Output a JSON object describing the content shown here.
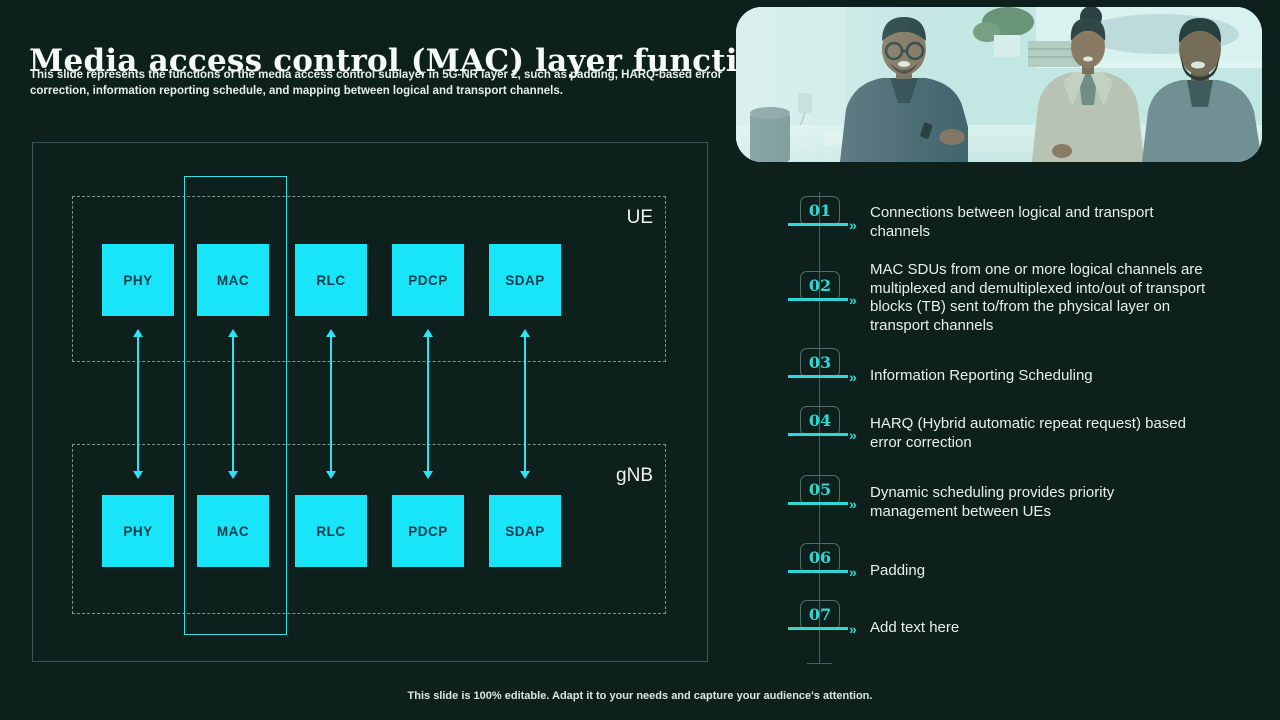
{
  "slide": {
    "title": "Media access control (MAC) layer functions",
    "subtitle": "This slide represents the functions of the media access control sublayer in 5G-NR layer 2, such as padding, HARQ-based error\ncorrection, information reporting schedule, and mapping between logical and transport channels.",
    "footer": "This slide is 100% editable. Adapt it to your needs and capture your audience's attention."
  },
  "diagram": {
    "ue_label": "UE",
    "gnb_label": "gNB",
    "layers": [
      "PHY",
      "MAC",
      "RLC",
      "PDCP",
      "SDAP"
    ]
  },
  "list": {
    "chevron": "»",
    "items": [
      {
        "number": "01",
        "text": "Connections between logical and transport\nchannels"
      },
      {
        "number": "02",
        "text": "MAC SDUs from one or more logical channels are\nmultiplexed and demultiplexed into/out of transport\nblocks (TB) sent to/from the physical layer on\ntransport channels"
      },
      {
        "number": "03",
        "text": "Information Reporting Scheduling"
      },
      {
        "number": "04",
        "text": "HARQ (Hybrid automatic repeat request) based\nerror correction"
      },
      {
        "number": "05",
        "text": "Dynamic scheduling provides priority\nmanagement between UEs"
      },
      {
        "number": "06",
        "text": "Padding"
      },
      {
        "number": "07",
        "text": "Add text here"
      }
    ]
  },
  "colors": {
    "background": "#0D201C",
    "accent_cyan": "#18E5F8",
    "accent_teal": "#2FD8D2",
    "box_text": "#0E3C4E"
  }
}
